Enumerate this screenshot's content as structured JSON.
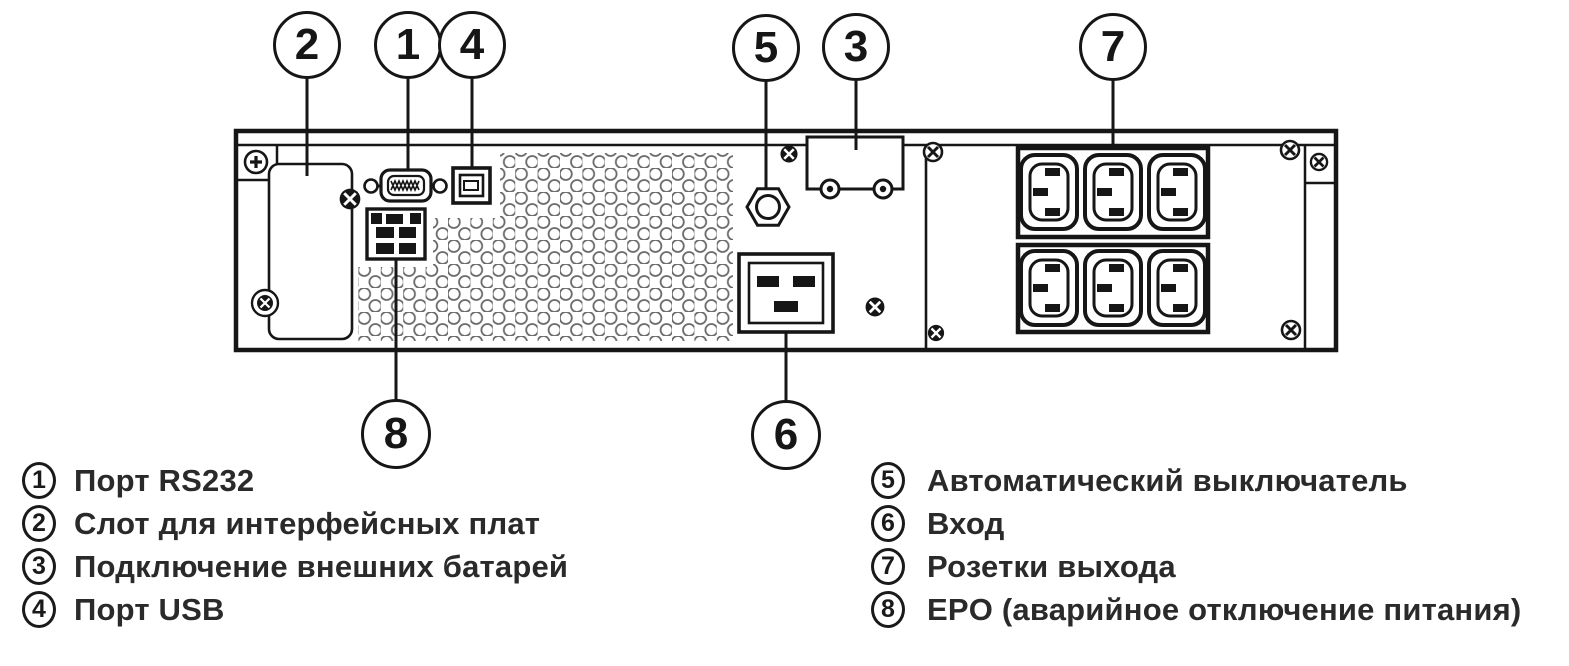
{
  "figure": {
    "callouts": [
      "2",
      "1",
      "4",
      "5",
      "3",
      "7",
      "8",
      "6"
    ]
  },
  "legend": {
    "left": [
      {
        "num": "1",
        "label": "Порт RS232"
      },
      {
        "num": "2",
        "label": "Слот для интерфейсных плат"
      },
      {
        "num": "3",
        "label": "Подключение внешних батарей"
      },
      {
        "num": "4",
        "label": "Порт USB"
      }
    ],
    "right": [
      {
        "num": "5",
        "label": "Автоматический выключатель"
      },
      {
        "num": "6",
        "label": "Вход"
      },
      {
        "num": "7",
        "label": "Розетки выхода"
      },
      {
        "num": "8",
        "label": "EPO (аварийное отключение питания)"
      }
    ]
  },
  "colors": {
    "ink": "#1a1a1a",
    "vent_gray": "#6b6b6b",
    "text": "#2a2a2a"
  }
}
